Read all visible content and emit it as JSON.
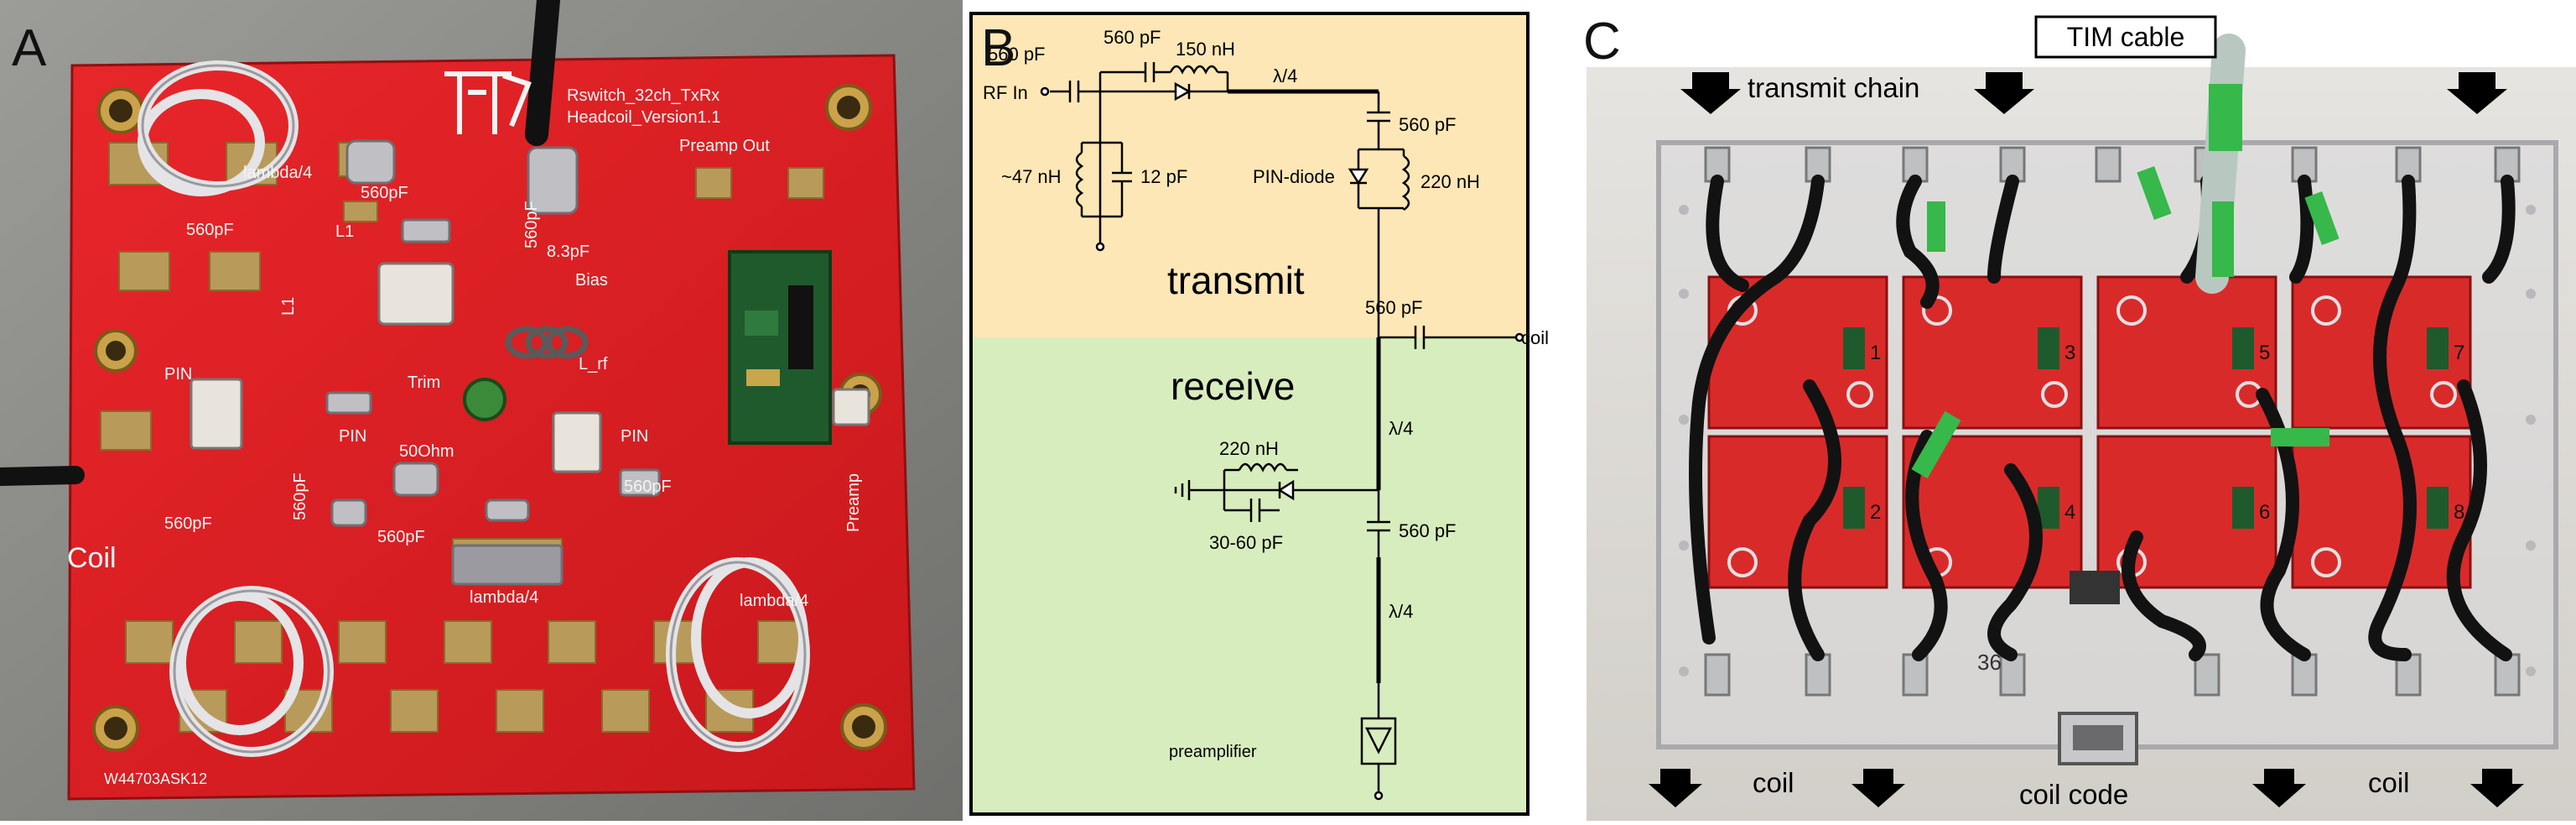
{
  "panel_a": {
    "letter": "A",
    "silkscreen": {
      "brand_line1": "Rswitch_32ch_TxRx",
      "brand_line2": "Headcoil_Version1.1",
      "preamp_out": "Preamp Out",
      "c560_1": "560pF",
      "c560_2": "560pF",
      "c560_3": "560pF",
      "c560_4": "560pF",
      "c560_5": "560pF",
      "c560_6": "560pF",
      "c560_7": "560pF",
      "l1": "L1",
      "l2": "L1",
      "c8_3": "8.3pF",
      "bias": "Bias",
      "l_rf": "L_rf",
      "trim": "Trim",
      "pin1": "PIN",
      "pin2": "PIN",
      "pin3": "PIN",
      "ohm": "50Ohm",
      "coil": "Coil",
      "preamp": "Preamp",
      "lambda1": "lambda/4",
      "lambda2": "lambda/4",
      "lambda3": "lambda/4",
      "part": "W44703ASK12"
    }
  },
  "panel_b": {
    "letter": "B",
    "labels": {
      "c560_top": "560 pF",
      "c560_top2": "560 pF",
      "l150": "150 nH",
      "lambda_top": "λ/4",
      "rf_in": "RF In",
      "c560_right": "560 pF",
      "l47": "~47 nH",
      "c12": "12 pF",
      "pin_diode": "PIN-diode",
      "l220": "220 nH",
      "transmit": "transmit",
      "c560_coil": "560 pF",
      "coil": "coil",
      "receive": "receive",
      "lambda_mid": "λ/4",
      "l220_rx": "220  nH",
      "c30_60": "30-60 pF",
      "c560_rx": "560 pF",
      "lambda_bot": "λ/4",
      "preamplifier": "preamplifier"
    },
    "colors": {
      "transmit_bg": "#fde7b6",
      "receive_bg": "#d8edbe"
    }
  },
  "panel_c": {
    "letter": "C",
    "tim_cable": "TIM cable",
    "transmit_chain": "transmit chain",
    "coil_left": "coil",
    "coil_right": "coil",
    "coil_code": "coil code",
    "board_numbers": [
      "1",
      "3",
      "5",
      "7",
      "2",
      "4",
      "6",
      "8"
    ],
    "handwriting": [
      "36"
    ]
  }
}
